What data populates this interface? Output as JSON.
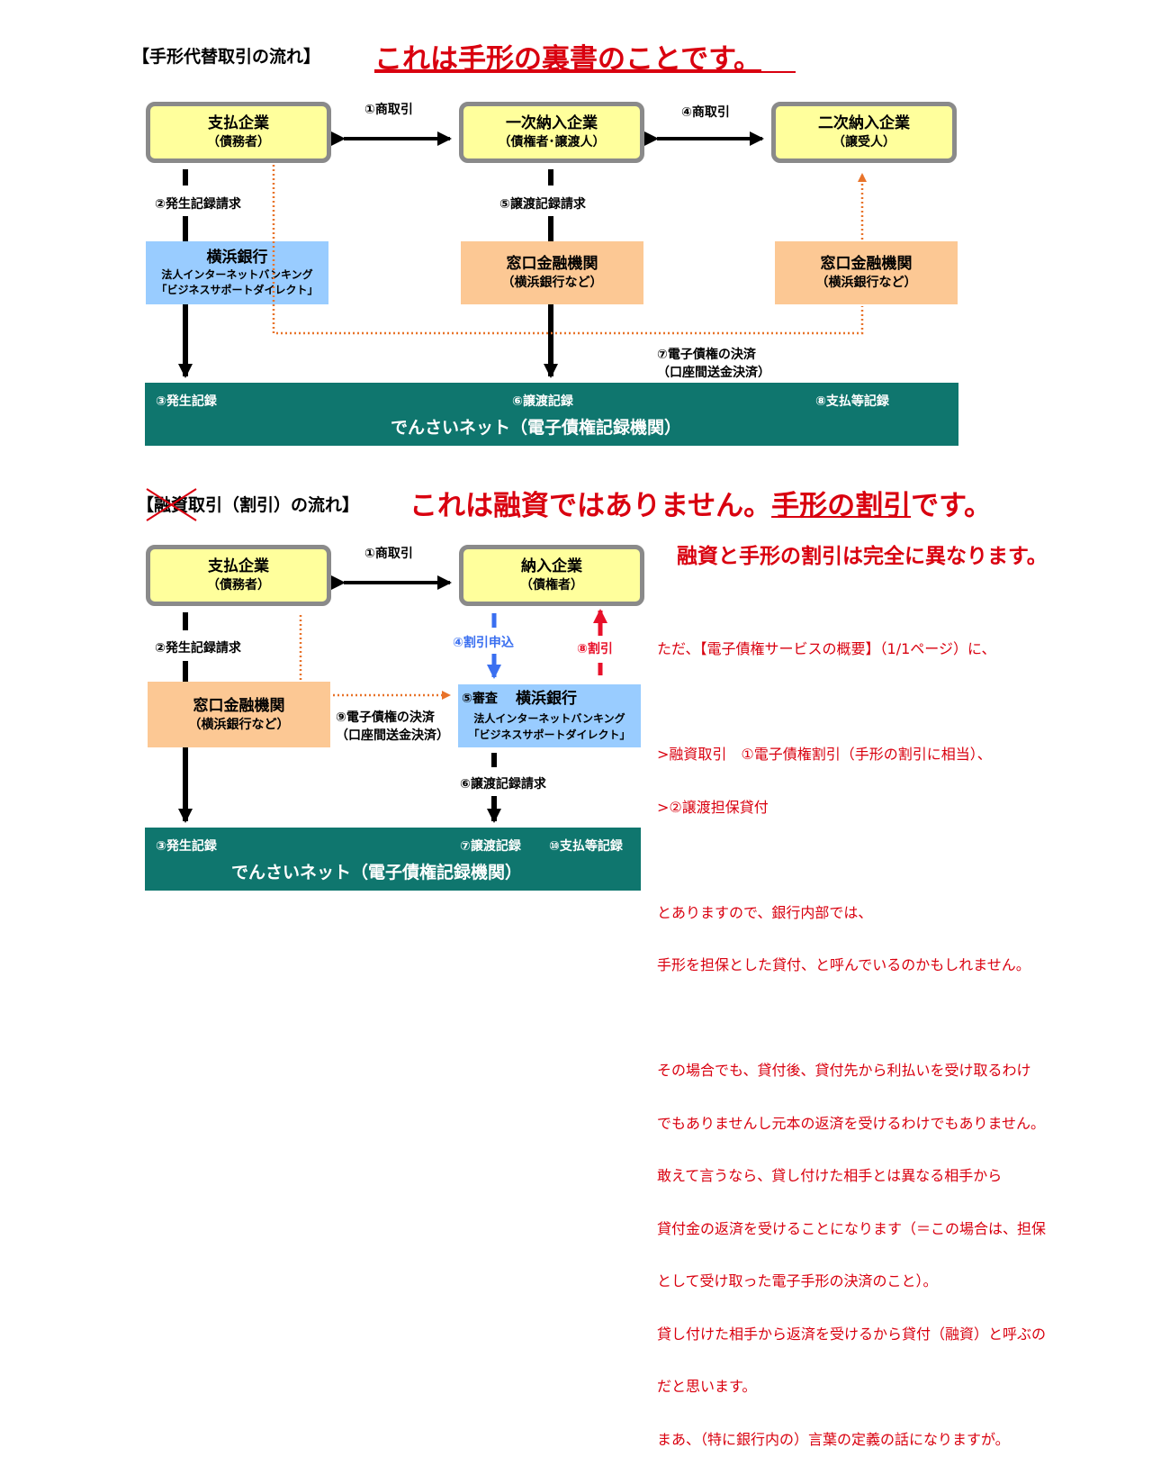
{
  "section1": {
    "title": "【手形代替取引の流れ】",
    "headline": "これは手形の裏書のことです。",
    "payer": {
      "name": "支払企業",
      "role": "（債務者）"
    },
    "primary": {
      "name": "一次納入企業",
      "role": "（債権者･譲渡人）"
    },
    "secondary": {
      "name": "二次納入企業",
      "role": "（譲受人）"
    },
    "trade1": "①商取引",
    "trade4": "④商取引",
    "req2": "②発生記録請求",
    "req5": "⑤譲渡記録請求",
    "bank": {
      "name": "横浜銀行",
      "line1": "法人インターネットバンキング",
      "line2": "「ビジネスサポートダイレクト」"
    },
    "counter_mid": {
      "name": "窓口金融機関",
      "sub": "（横浜銀行など）"
    },
    "counter_right": {
      "name": "窓口金融機関",
      "sub": "（横浜銀行など）"
    },
    "settle": {
      "line1": "⑦電子債権の決済",
      "line2": "（口座間送金決済）"
    },
    "record3": "③発生記録",
    "record6": "⑥譲渡記録",
    "record8": "⑧支払等記録",
    "network": "でんさいネット（電子債権記録機関）"
  },
  "section2": {
    "title_struck": "融資",
    "title_rest": "取引（割引）の流れ】",
    "title_open": "【",
    "headline_a": "これは融資ではありません。",
    "headline_b": "手形の割引",
    "headline_c": "です。",
    "subheadline": "融資と手形の割引は完全に異なります。",
    "payer": {
      "name": "支払企業",
      "role": "（債務者）"
    },
    "supplier": {
      "name": "納入企業",
      "role": "（債権者）"
    },
    "trade1": "①商取引",
    "req2": "②発生記録請求",
    "apply4": "④割引申込",
    "discount8": "⑧割引",
    "counter": {
      "name": "窓口金融機関",
      "sub": "（横浜銀行など）"
    },
    "bank": {
      "review": "⑤審査",
      "name": "横浜銀行",
      "line1": "法人インターネットバンキング",
      "line2": "「ビジネスサポートダイレクト」"
    },
    "settle": {
      "line1": "⑨電子債権の決済",
      "line2": "（口座間送金決済）"
    },
    "req6": "⑥譲渡記録請求",
    "record3": "③発生記録",
    "record7": "⑦譲渡記録",
    "record10": "⑩支払等記録",
    "network": "でんさいネット（電子債権記録機関）"
  },
  "notes": [
    "ただ、【電子債権サービスの概要】（1/1ページ）に、",
    "",
    ">融資取引　①電子債権割引（手形の割引に相当）、",
    ">②譲渡担保貸付",
    "",
    "とありますので、銀行内部では、",
    "手形を担保とした貸付、と呼んでいるのかもしれません。",
    "",
    "その場合でも、貸付後、貸付先から利払いを受け取るわけ",
    "でもありませんし元本の返済を受けるわけでもありません。",
    "敢えて言うなら、貸し付けた相手とは異なる相手から",
    "貸付金の返済を受けることになります（＝この場合は、担保",
    "として受け取った電子手形の決済のこと）。",
    "貸し付けた相手から返済を受けるから貸付（融資）と呼ぶの",
    "だと思います。",
    "まあ、（特に銀行内の）言葉の定義の話になりますが。"
  ],
  "colors": {
    "red": "#d9000f",
    "teal": "#0f766e",
    "yellow": "#ffff9c",
    "orange": "#fcc894",
    "blue": "#99ccff",
    "dotted": "#e8732a",
    "arrow_blue": "#3a6ff0",
    "arrow_red": "#e8102a"
  }
}
